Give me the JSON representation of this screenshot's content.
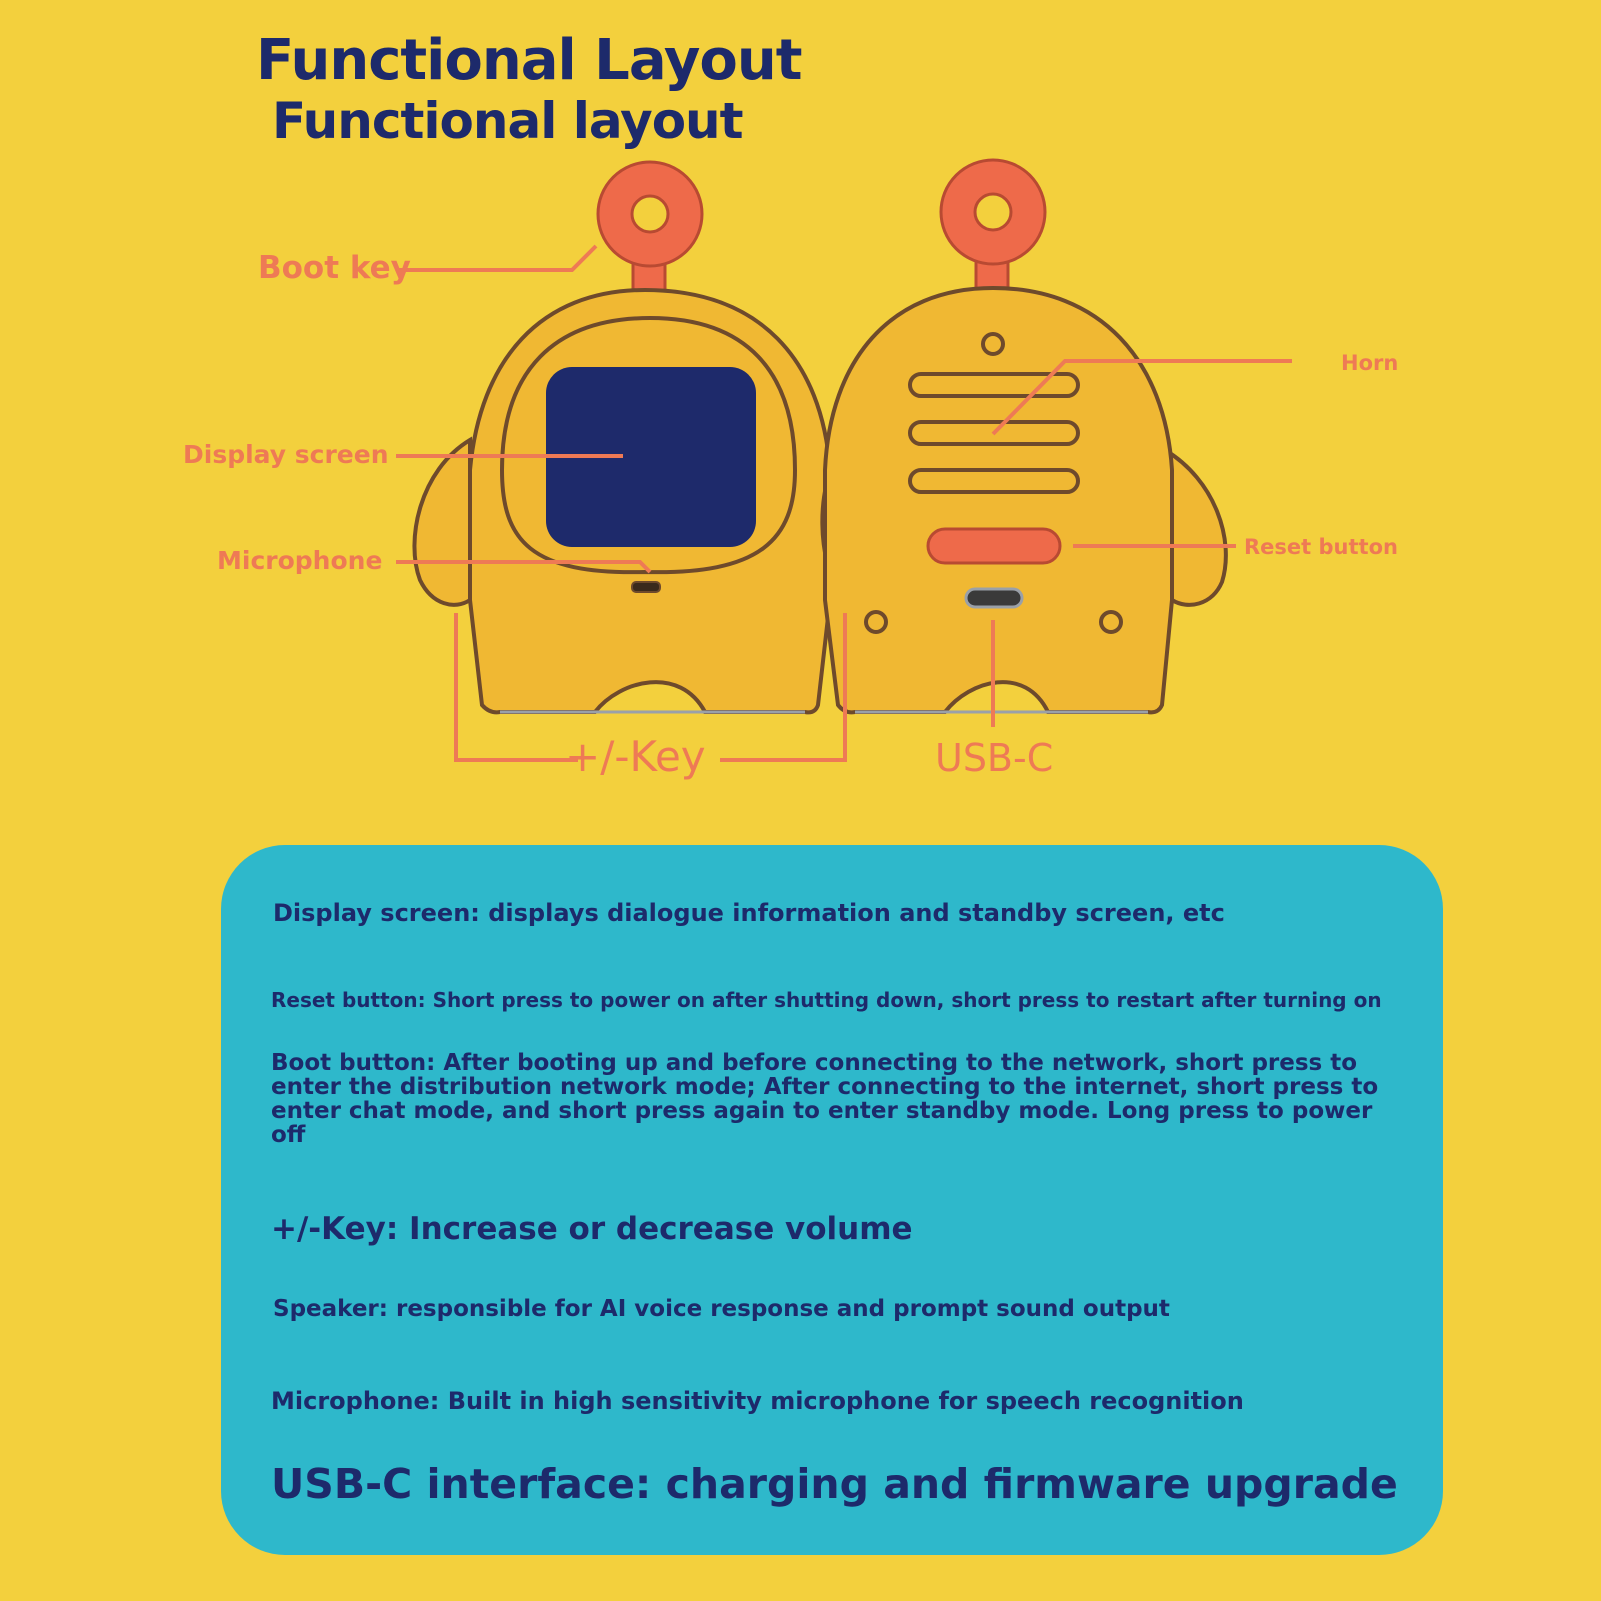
{
  "header": {
    "title": "Functional Layout",
    "subtitle": "Functional layout"
  },
  "callouts": {
    "boot_key": "Boot key",
    "display_screen": "Display screen",
    "microphone": "Microphone",
    "horn": "Horn",
    "reset_button": "Reset button",
    "volume_key": "+/-Key",
    "usb_c": "USB-C"
  },
  "descriptions": {
    "display": "Display screen: displays dialogue information and standby screen, etc",
    "reset": "Reset button: Short press to power on after shutting down, short press to restart after turning on",
    "boot": "Boot button: After booting up and before connecting to the network, short press to enter the distribution network mode; After connecting to the internet, short press to enter chat mode, and short press again to enter standby mode. Long press to power off",
    "volume_key": "+/-Key: Increase or decrease volume",
    "speaker": "Speaker: responsible for AI voice response and prompt sound output",
    "microphone": "Microphone: Built in high sensitivity microphone for speech recognition",
    "usb_c": "USB-C interface: charging and firmware upgrade"
  },
  "colors": {
    "background": "#f3d03d",
    "device_body": "#f0b833",
    "outline": "#6e4a2c",
    "accent": "#ee7a55",
    "screen": "#1e2a6b",
    "panel": "#2eb8cb",
    "text": "#1d2a6b"
  }
}
